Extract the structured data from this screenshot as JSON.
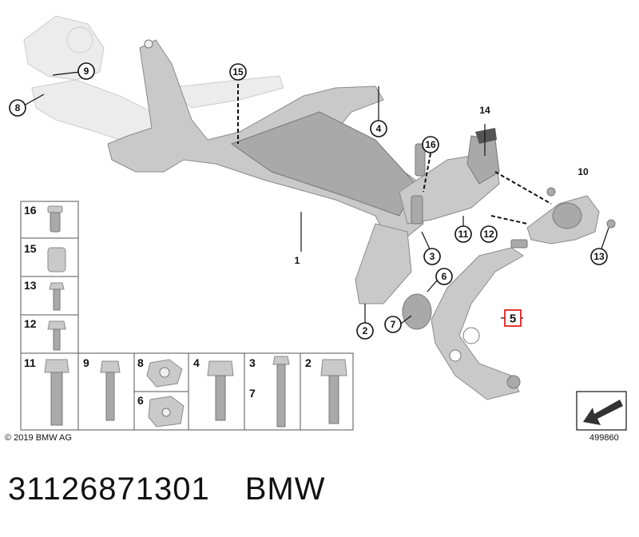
{
  "callouts": {
    "c1": "1",
    "c2": "2",
    "c3": "3",
    "c4": "4",
    "c5": "5",
    "c6": "6",
    "c7": "7",
    "c8": "8",
    "c9": "9",
    "c10": "10",
    "c11": "11",
    "c12": "12",
    "c13": "13",
    "c14": "14",
    "c15": "15",
    "c16": "16"
  },
  "parts_grid": {
    "cells": [
      "16",
      "15",
      "13",
      "12",
      "11",
      "9",
      "8",
      "6",
      "4",
      "3",
      "7",
      "2"
    ]
  },
  "footer": {
    "copyright": "© 2019 BMW AG",
    "diagram_number": "499860"
  },
  "caption": {
    "part_number": "31126871301",
    "brand": "BMW"
  },
  "colors": {
    "highlight": "#e02020",
    "part_fill": "#c9c9c9",
    "ghost_fill": "#ececec"
  }
}
